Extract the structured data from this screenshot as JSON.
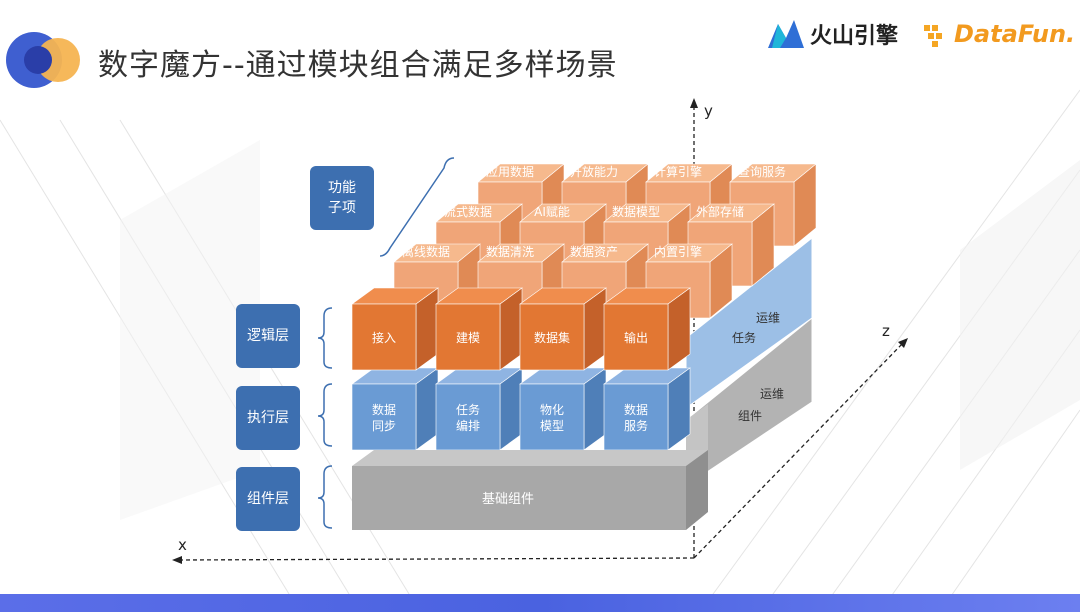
{
  "title": "数字魔方--通过模块组合满足多样场景",
  "brand": {
    "huoshan": "火山引擎",
    "datafun": "DataFun."
  },
  "side_labels": {
    "functional": "功能\n子项",
    "logic": "逻辑层",
    "execution": "执行层",
    "component": "组件层"
  },
  "axes": {
    "x": "x",
    "y": "y",
    "z": "z"
  },
  "cubes": {
    "back_row": [
      "应用数据",
      "开放能力",
      "计算引擎",
      "查询服务"
    ],
    "middle_row": [
      "流式数据",
      "AI赋能",
      "数据模型",
      "外部存储"
    ],
    "front_row": [
      "离线数据",
      "数据清洗",
      "数据资产",
      "内置引擎"
    ],
    "logic_row": [
      "接入",
      "建模",
      "数据集",
      "输出"
    ],
    "execution_row": [
      "数据\n同步",
      "任务\n编排",
      "物化\n模型",
      "数据\n服务"
    ],
    "component_bar": "基础组件"
  },
  "side_faces": {
    "logic_back": "运维",
    "logic_front": "任务",
    "component_back": "运维",
    "component_front": "组件"
  },
  "colors": {
    "orange_top": "#f6b98d",
    "orange_front": "#f0a578",
    "orange_side": "#e08a55",
    "dark_orange_front": "#e27733",
    "blue_front": "#6a9bd4",
    "gray_front": "#a8a8a8",
    "label_blue": "#3d6fb0"
  }
}
